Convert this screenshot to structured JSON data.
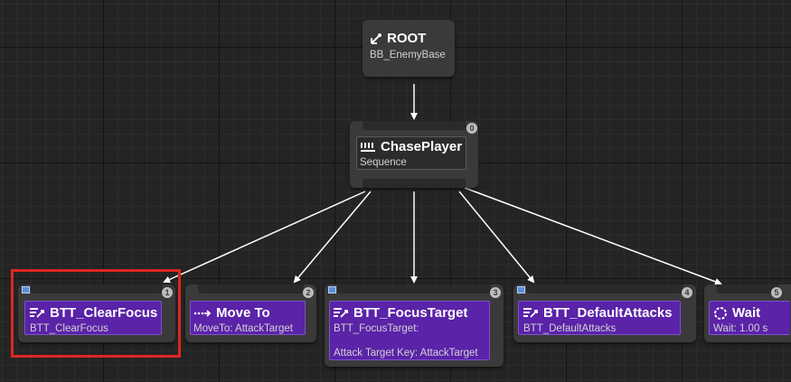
{
  "root": {
    "title": "ROOT",
    "subtitle": "BB_EnemyBase",
    "icon": "root-branch-icon"
  },
  "sequence": {
    "title": "ChasePlayer",
    "subtitle": "Sequence",
    "index": "0",
    "icon": "sequence-icon"
  },
  "tasks": [
    {
      "title": "BTT_ClearFocus",
      "line1": "BTT_ClearFocus",
      "line2": "",
      "index": "1",
      "icon": "task-icon"
    },
    {
      "title": "Move To",
      "line1": "MoveTo: AttackTarget",
      "line2": "",
      "index": "2",
      "icon": "move-to-icon"
    },
    {
      "title": "BTT_FocusTarget",
      "line1": "BTT_FocusTarget:",
      "line2": "Attack Target Key: AttackTarget",
      "index": "3",
      "icon": "task-icon"
    },
    {
      "title": "BTT_DefaultAttacks",
      "line1": "BTT_DefaultAttacks",
      "line2": "",
      "index": "4",
      "icon": "task-icon"
    },
    {
      "title": "Wait",
      "line1": "Wait: 1.00 s",
      "line2": "",
      "index": "5",
      "icon": "wait-icon"
    }
  ],
  "colors": {
    "canvas": "#242424",
    "node": "#3a3a3a",
    "task_body": "#5a23a8",
    "wire": "#ffffff",
    "selection": "#e02424"
  }
}
